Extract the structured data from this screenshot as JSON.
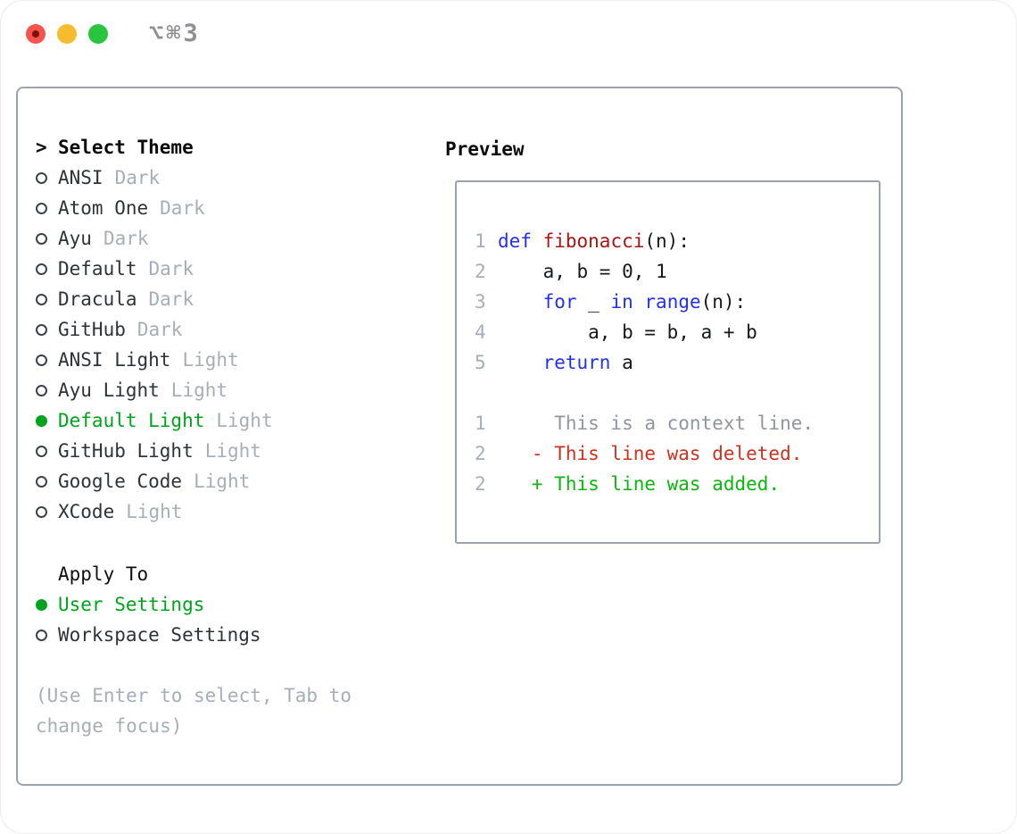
{
  "window": {
    "title": "⌥⌘3"
  },
  "colors": {
    "border": "#9aa3ad",
    "dim": "#a6aeb8",
    "ctx": "#8f969f",
    "green": "#00a41c",
    "add": "#0db50f",
    "del": "#cc3220",
    "kw": "#2331ee",
    "fn": "#a81414",
    "traffic_red": "#f5544d",
    "traffic_yellow": "#f6bc2f",
    "traffic_green": "#2ac53e"
  },
  "theme_menu": {
    "cursor": ">",
    "title": "Select Theme",
    "items": [
      {
        "name": "ANSI",
        "variant": "Dark",
        "selected": false
      },
      {
        "name": "Atom One",
        "variant": "Dark",
        "selected": false
      },
      {
        "name": "Ayu",
        "variant": "Dark",
        "selected": false
      },
      {
        "name": "Default",
        "variant": "Dark",
        "selected": false
      },
      {
        "name": "Dracula",
        "variant": "Dark",
        "selected": false
      },
      {
        "name": "GitHub",
        "variant": "Dark",
        "selected": false
      },
      {
        "name": "ANSI Light",
        "variant": "Light",
        "selected": false
      },
      {
        "name": "Ayu Light",
        "variant": "Light",
        "selected": false
      },
      {
        "name": "Default Light",
        "variant": "Light",
        "selected": true
      },
      {
        "name": "GitHub Light",
        "variant": "Light",
        "selected": false
      },
      {
        "name": "Google Code",
        "variant": "Light",
        "selected": false
      },
      {
        "name": "XCode",
        "variant": "Light",
        "selected": false
      }
    ]
  },
  "apply_to": {
    "title": "Apply To",
    "options": [
      {
        "label": "User Settings",
        "selected": true
      },
      {
        "label": "Workspace Settings",
        "selected": false
      }
    ]
  },
  "hint": "(Use Enter to select, Tab to change focus)",
  "preview": {
    "title": "Preview",
    "code_lines": [
      {
        "num": "1",
        "tokens": [
          {
            "t": "def",
            "c": "kw"
          },
          {
            "t": " ",
            "c": "p"
          },
          {
            "t": "fibonacci",
            "c": "fn"
          },
          {
            "t": "(n):",
            "c": "p"
          }
        ]
      },
      {
        "num": "2",
        "tokens": [
          {
            "t": "    a, b = 0, 1",
            "c": "p"
          }
        ]
      },
      {
        "num": "3",
        "tokens": [
          {
            "t": "    ",
            "c": "p"
          },
          {
            "t": "for",
            "c": "kw"
          },
          {
            "t": " _ ",
            "c": "p"
          },
          {
            "t": "in",
            "c": "kw"
          },
          {
            "t": " ",
            "c": "p"
          },
          {
            "t": "range",
            "c": "kw"
          },
          {
            "t": "(n):",
            "c": "p"
          }
        ]
      },
      {
        "num": "4",
        "tokens": [
          {
            "t": "        a, b = b, a + b",
            "c": "p"
          }
        ]
      },
      {
        "num": "5",
        "tokens": [
          {
            "t": "    ",
            "c": "p"
          },
          {
            "t": "return",
            "c": "kw"
          },
          {
            "t": " a",
            "c": "p"
          }
        ]
      },
      {
        "num": "",
        "tokens": []
      },
      {
        "num": "1",
        "tokens": [
          {
            "t": "     This is a context line.",
            "c": "ctx"
          }
        ]
      },
      {
        "num": "2",
        "tokens": [
          {
            "t": "   - This line was deleted.",
            "c": "del"
          }
        ]
      },
      {
        "num": "2",
        "tokens": [
          {
            "t": "   + This line was added.",
            "c": "add"
          }
        ]
      }
    ]
  }
}
